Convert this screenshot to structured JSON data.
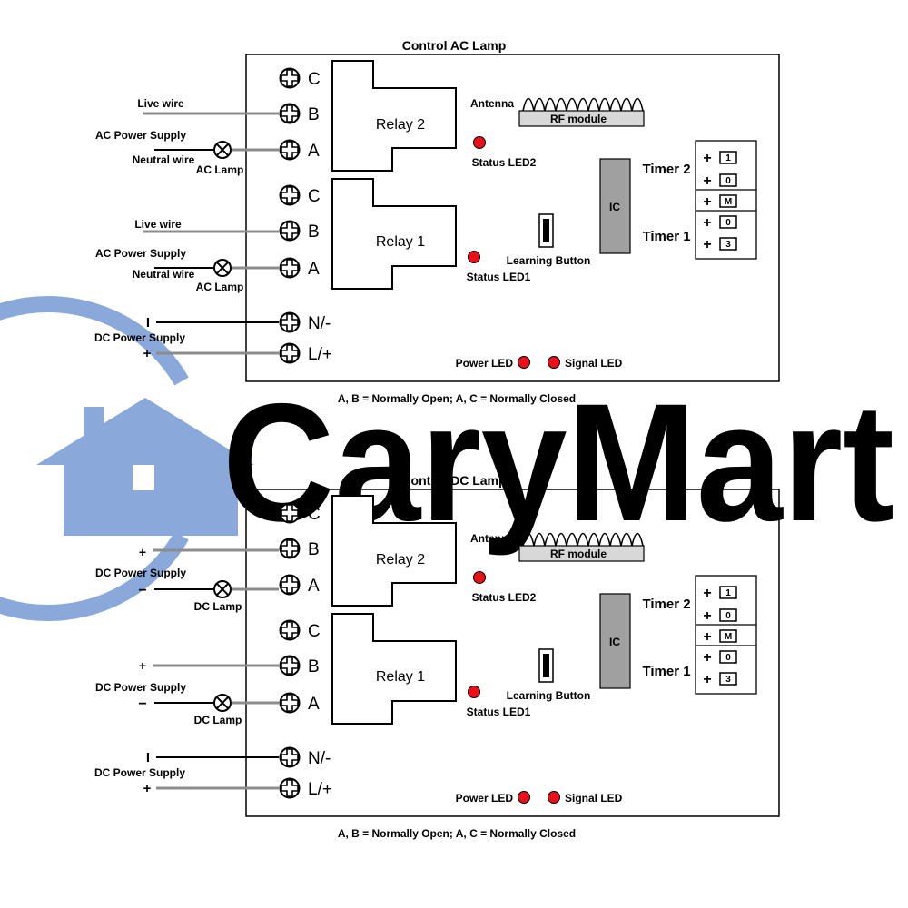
{
  "watermark": {
    "brand": "CaryMart",
    "color": "#8aa9da"
  },
  "colors": {
    "led": "#e8101a",
    "wire_gray": "#8c8c8c",
    "ic_fill": "#a0a0a0",
    "rf_fill": "#d8d8d8"
  },
  "panels": [
    {
      "title": "Control AC Lamp",
      "footnote": "A, B = Normally Open; A, C = Normally Closed",
      "relay2_label": "Relay 2",
      "relay1_label": "Relay 1",
      "antenna_label": "Antenna",
      "rf_label": "RF module",
      "status_led2": "Status LED2",
      "status_led1": "Status LED1",
      "learning_button": "Learning Button",
      "ic_label": "IC",
      "timer2": "Timer 2",
      "timer1": "Timer 1",
      "power_led": "Power LED",
      "signal_led": "Signal LED",
      "terminals": [
        "C",
        "B",
        "A",
        "C",
        "B",
        "A",
        "N/-",
        "L/+"
      ],
      "dip_plus": "+",
      "dip_labels": [
        "1",
        "0",
        "M",
        "0",
        "3"
      ],
      "wiring": {
        "top_wire": "Live wire",
        "supply": "AC Power Supply",
        "bottom_wire": "Neutral wire",
        "lamp": "AC Lamp",
        "top_wire_2": "Live wire",
        "supply_2": "AC Power Supply",
        "bottom_wire_2": "Neutral wire",
        "lamp_2": "AC Lamp",
        "dc_minus": "I",
        "dc_supply": "DC Power Supply",
        "dc_plus": "+"
      }
    },
    {
      "title": "Control DC Lamp",
      "footnote": "A, B = Normally Open; A, C = Normally Closed",
      "relay2_label": "Relay 2",
      "relay1_label": "Relay 1",
      "antenna_label": "Antenna",
      "rf_label": "RF module",
      "status_led2": "Status LED2",
      "status_led1": "Status LED1",
      "learning_button": "Learning Button",
      "ic_label": "IC",
      "timer2": "Timer 2",
      "timer1": "Timer 1",
      "power_led": "Power LED",
      "signal_led": "Signal LED",
      "terminals": [
        "C",
        "B",
        "A",
        "C",
        "B",
        "A",
        "N/-",
        "L/+"
      ],
      "dip_plus": "+",
      "dip_labels": [
        "1",
        "0",
        "M",
        "0",
        "3"
      ],
      "wiring": {
        "plus_1": "+",
        "supply_1": "DC Power Supply",
        "minus_1": "−",
        "lamp_1": "DC Lamp",
        "plus_2": "+",
        "supply_2": "DC Power Supply",
        "minus_2": "−",
        "lamp_2": "DC Lamp",
        "dc_minus": "I",
        "dc_supply": "DC Power Supply",
        "dc_plus": "+"
      }
    }
  ]
}
